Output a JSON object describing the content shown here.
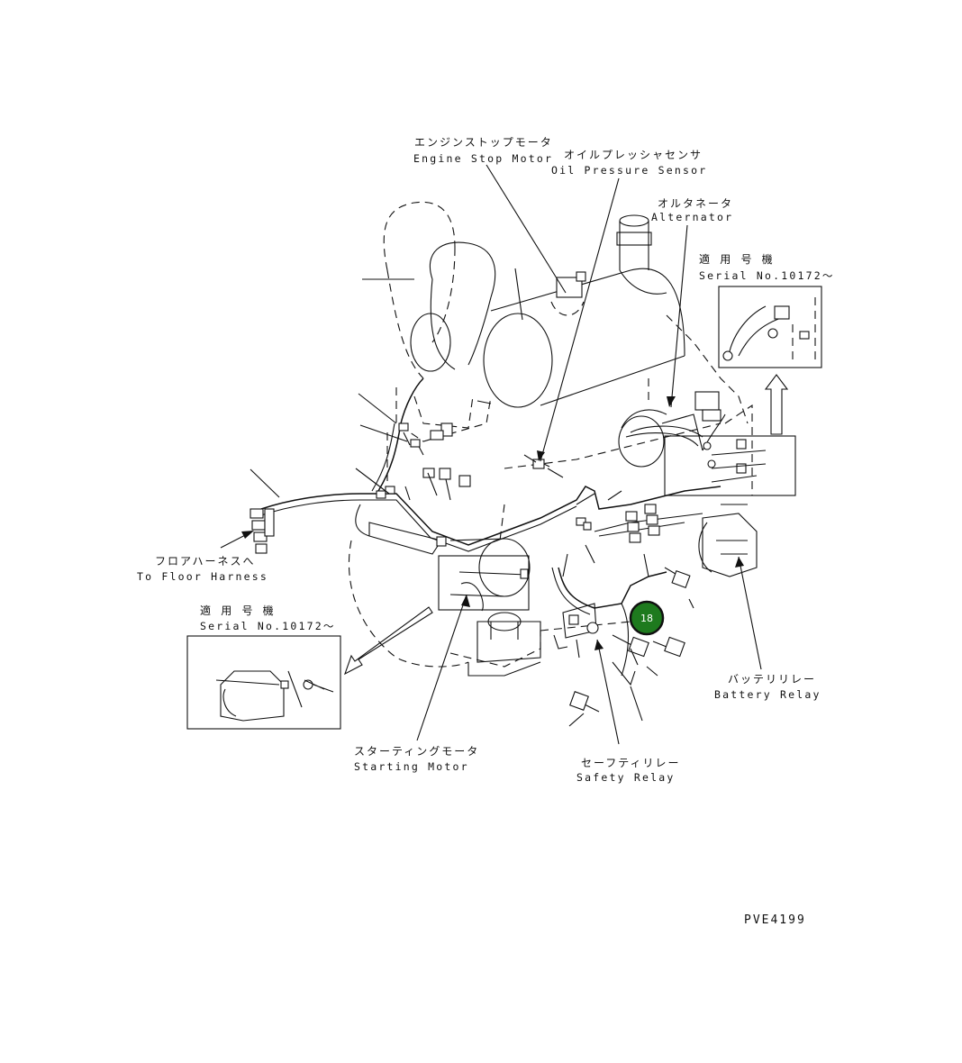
{
  "labels": {
    "engine_stop_motor": {
      "jp": "エンジンストップモータ",
      "en": "Engine Stop Motor"
    },
    "oil_pressure_sensor": {
      "jp": "オイルプレッシャセンサ",
      "en": "Oil Pressure Sensor"
    },
    "alternator": {
      "jp": "オルタネータ",
      "en": "Alternator"
    },
    "serial_top_right": {
      "jp": "適 用 号 機",
      "en": "Serial No.10172～"
    },
    "floor_harness": {
      "jp": "フロアハーネスへ",
      "en": "To Floor Harness"
    },
    "serial_left": {
      "jp": "適 用 号 機",
      "en": "Serial No.10172～"
    },
    "battery_relay": {
      "jp": "バッテリリレー",
      "en": "Battery Relay"
    },
    "starting_motor": {
      "jp": "スターティングモータ",
      "en": "Starting Motor"
    },
    "safety_relay": {
      "jp": "セーフティリレー",
      "en": "Safety Relay"
    }
  },
  "callout": {
    "number": "18",
    "color": "#1e7a1e"
  },
  "drawing_code": "PVE4199"
}
